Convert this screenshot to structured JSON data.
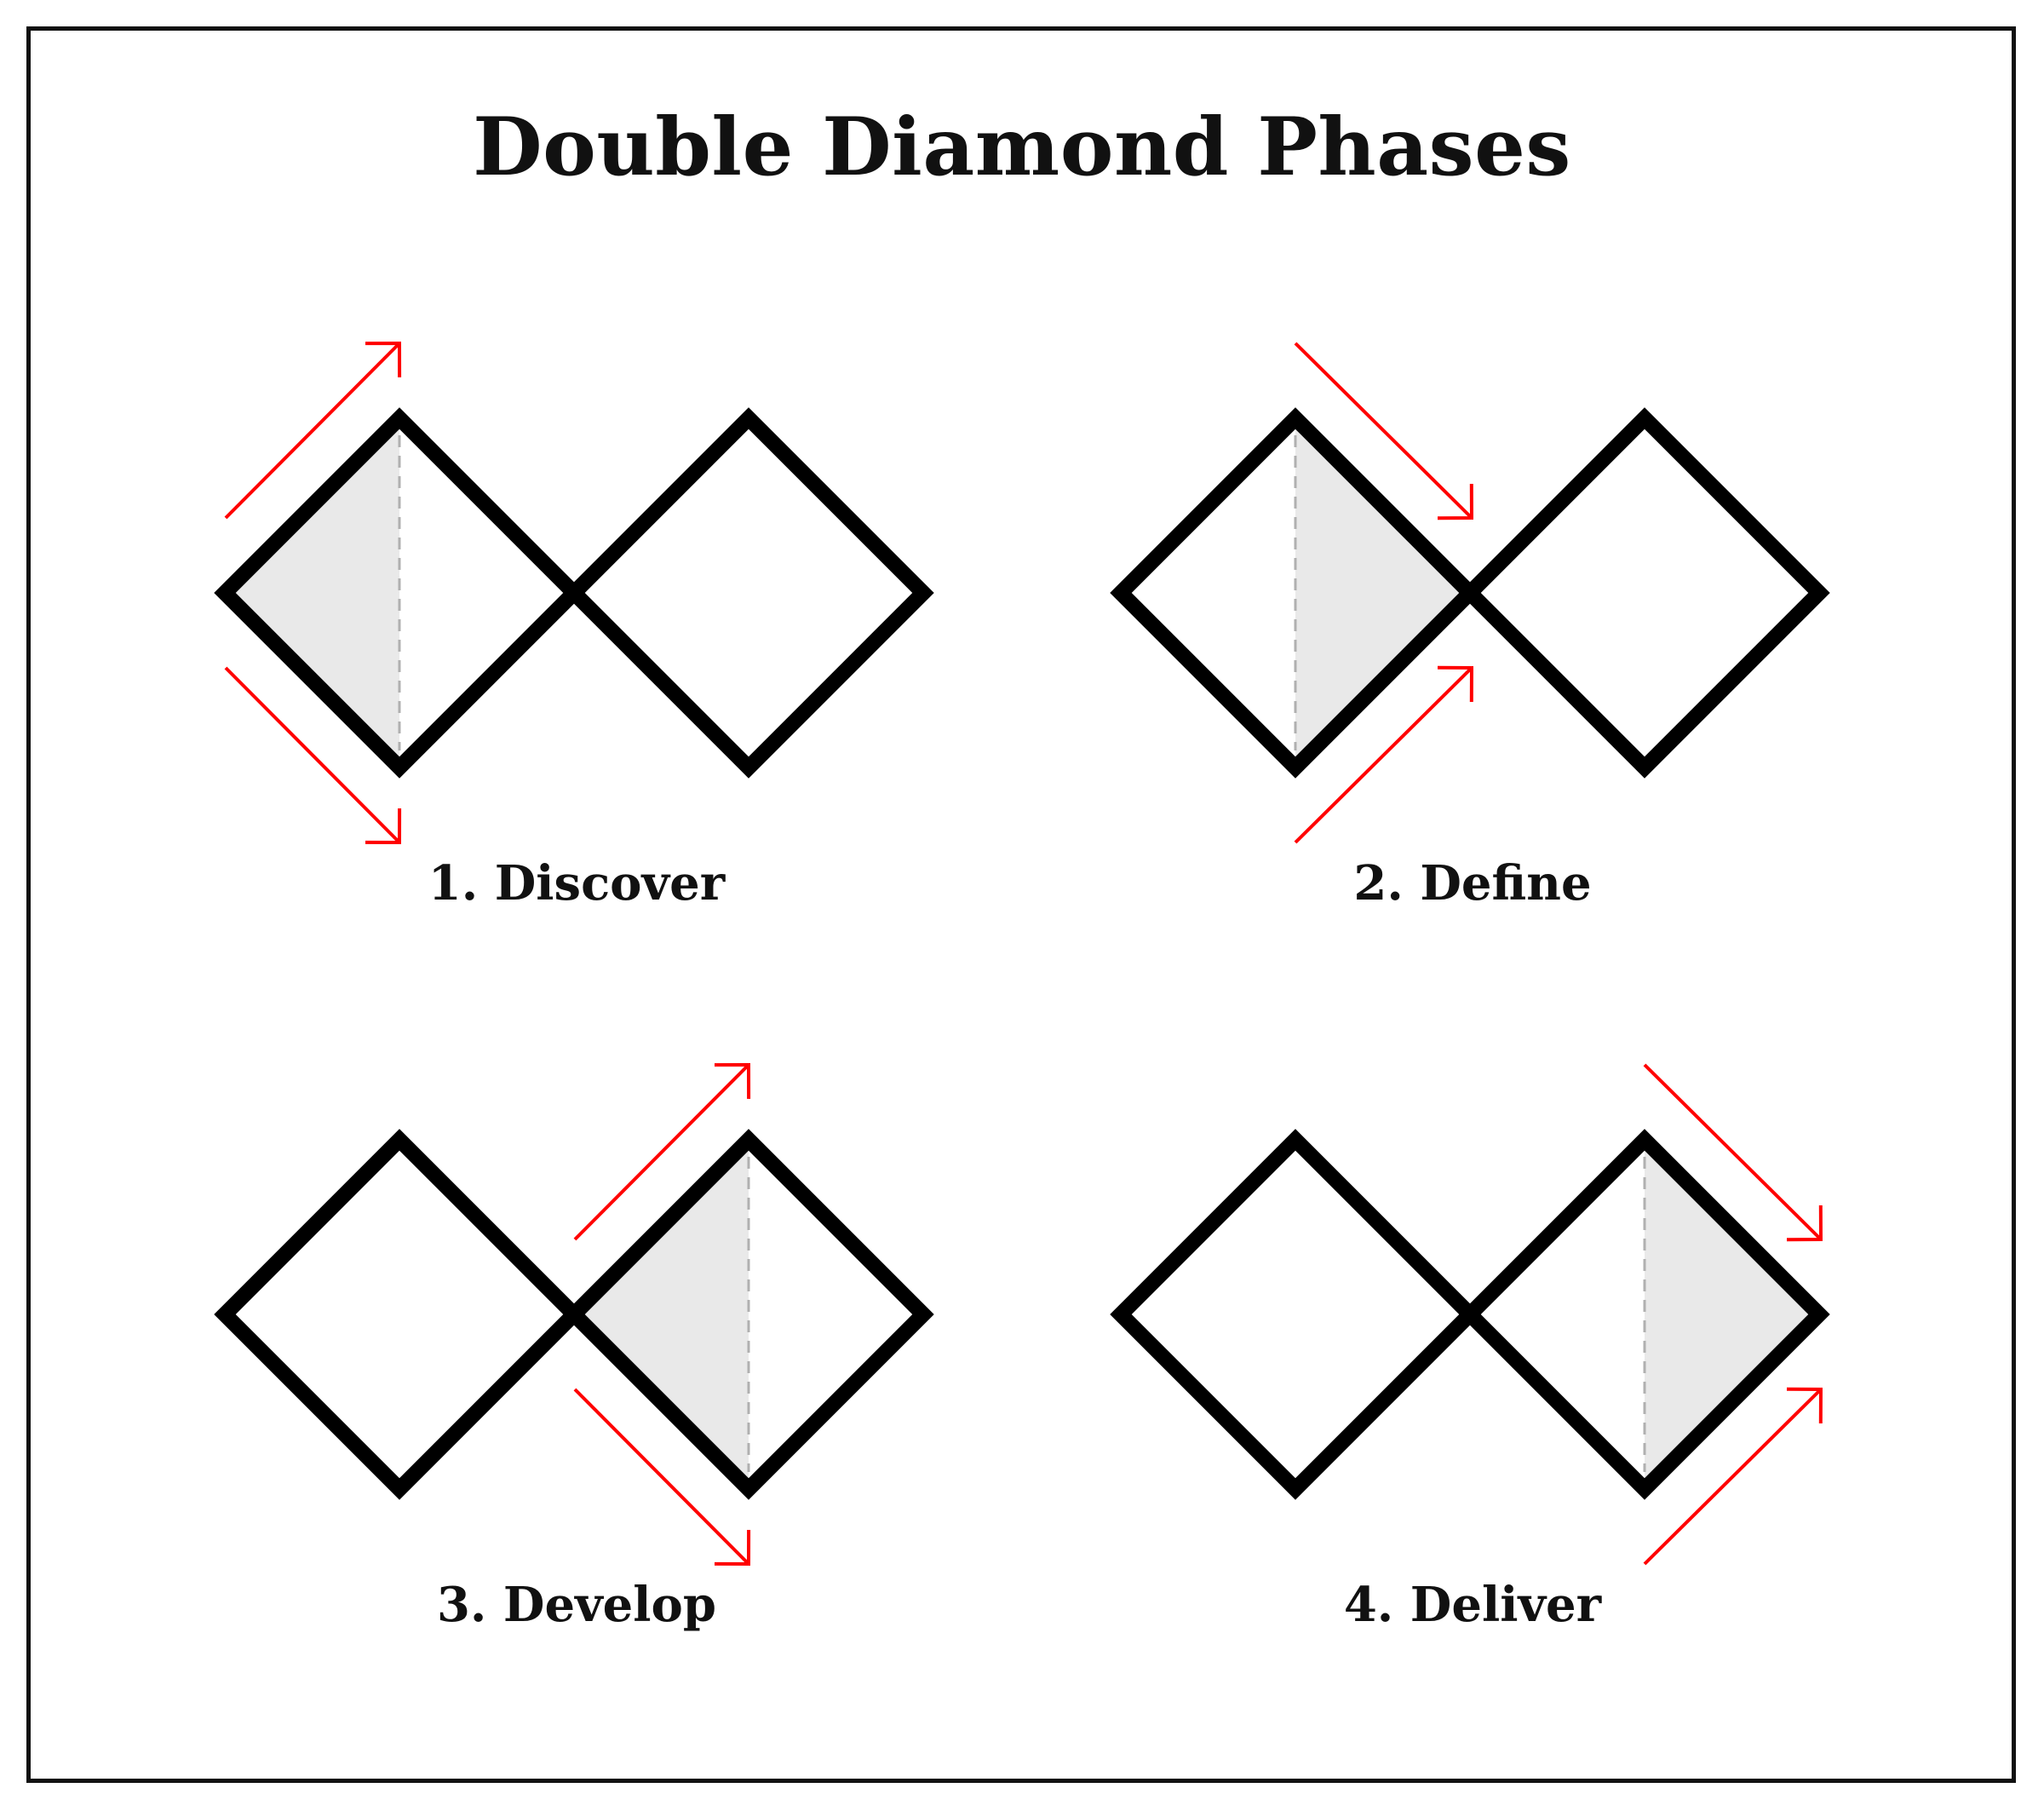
{
  "title": "Double Diamond Phases",
  "colors": {
    "outline": "#000000",
    "highlight_fill": "#e9e9e9",
    "arrow": "#ff0000",
    "divider": "#b0b0b0"
  },
  "phases": [
    {
      "label": "1. Discover",
      "diamond": 0,
      "half": "left",
      "direction": "diverge"
    },
    {
      "label": "2. Define",
      "diamond": 0,
      "half": "right",
      "direction": "converge"
    },
    {
      "label": "3. Develop",
      "diamond": 1,
      "half": "left",
      "direction": "diverge"
    },
    {
      "label": "4. Deliver",
      "diamond": 1,
      "half": "right",
      "direction": "converge"
    }
  ]
}
